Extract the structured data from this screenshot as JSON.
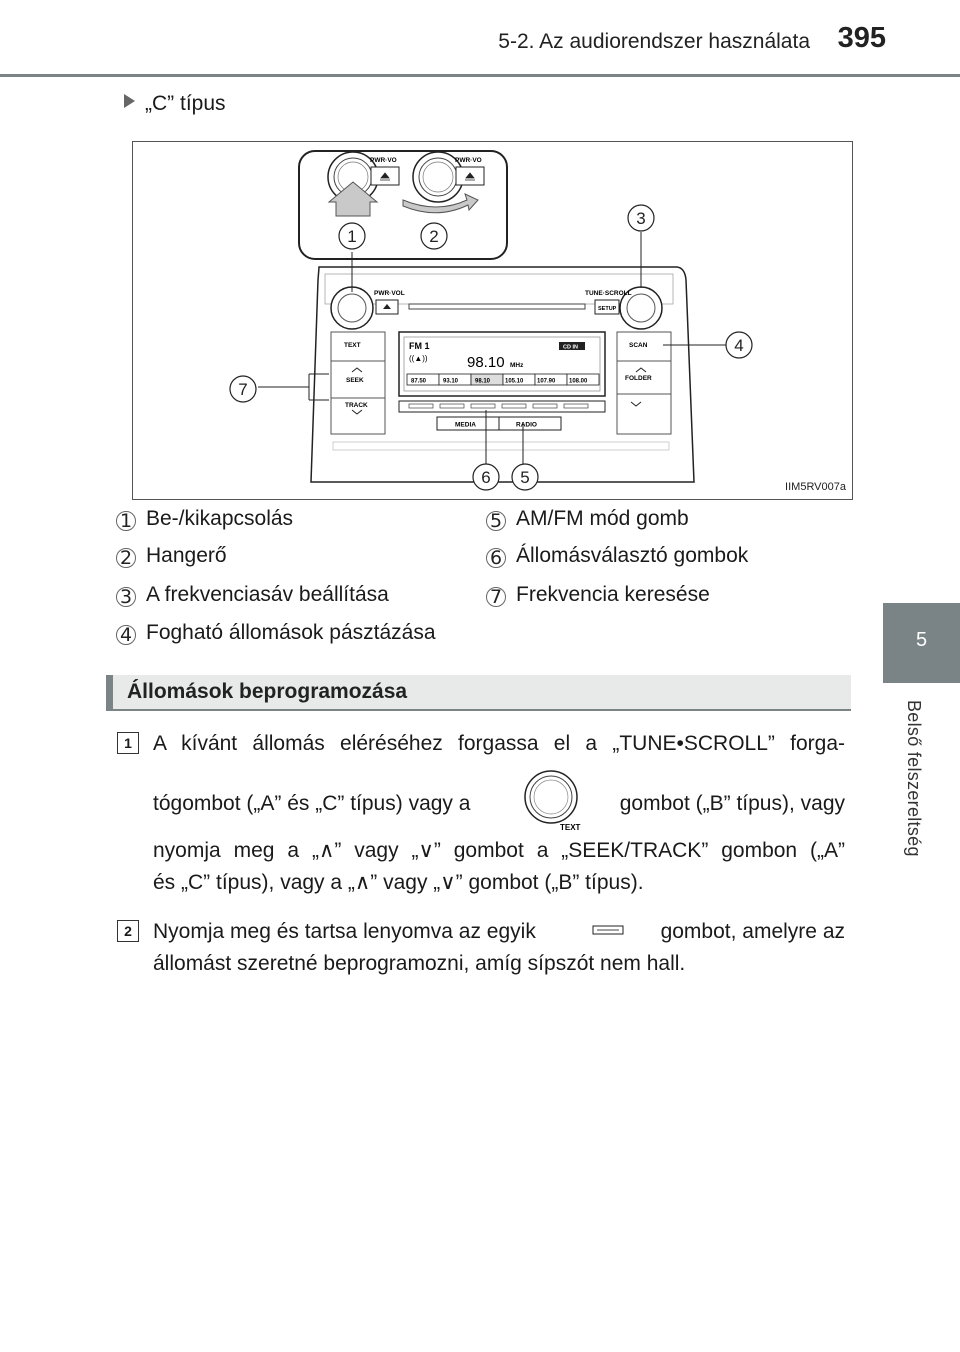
{
  "header": {
    "section": "5-2. Az audiorendszer használata",
    "page_number": "395"
  },
  "side_tab": {
    "chapter_number": "5",
    "chapter_title": "Belső felszereltség"
  },
  "subtitle": "„C” típus",
  "figure": {
    "code": "IIM5RV007a",
    "callouts": [
      "1",
      "2",
      "3",
      "4",
      "5",
      "6",
      "7"
    ],
    "panel_labels": {
      "pwr_vol_small_1": "PWR·VO",
      "pwr_vol_small_2": "PWR·VO",
      "pwr_vol": "PWR·VOL",
      "tune_scroll": "TUNE·SCROLL",
      "setup": "SETUP",
      "text": "TEXT",
      "seek": "SEEK",
      "track": "TRACK",
      "scan": "SCAN",
      "folder": "FOLDER",
      "media": "MEDIA",
      "radio": "RADIO",
      "band": "FM 1",
      "frequency": "98.10",
      "unit": "MHz",
      "cd_in": "CD IN",
      "presets": [
        "87.50",
        "93.10",
        "98.10",
        "105.10",
        "107.90",
        "108.00"
      ]
    }
  },
  "legend": [
    {
      "num": "1",
      "text": "Be-/kikapcsolás"
    },
    {
      "num": "2",
      "text": "Hangerő"
    },
    {
      "num": "3",
      "text": "A frekvenciasáv beállítása"
    },
    {
      "num": "4",
      "text": "Fogható állomások pásztázása"
    },
    {
      "num": "5",
      "text": "AM/FM mód gomb"
    },
    {
      "num": "6",
      "text": "Állomásválasztó gombok"
    },
    {
      "num": "7",
      "text": "Frekvencia keresése"
    }
  ],
  "section_title": "Állomások beprogramozása",
  "steps": [
    {
      "num": "1",
      "line1": "A kívánt állomás eléréséhez forgassa el a „TUNE•SCROLL” forga-",
      "line2a": "tógombot („A” és „C” típus) vagy a",
      "line2b": "gombot („B” típus), vagy",
      "line3": "nyomja meg a „∧” vagy „∨” gombot a „SEEK/TRACK” gombon („A”",
      "line4": "és „C” típus), vagy a „∧” vagy „∨” gombot („B” típus).",
      "knob_label": "TEXT"
    },
    {
      "num": "2",
      "line1a": "Nyomja meg és tartsa lenyomva az egyik",
      "line1b": "gombot, amelyre az",
      "line2": "állomást szeretné beprogramozni, amíg sípszót nem hall."
    }
  ]
}
